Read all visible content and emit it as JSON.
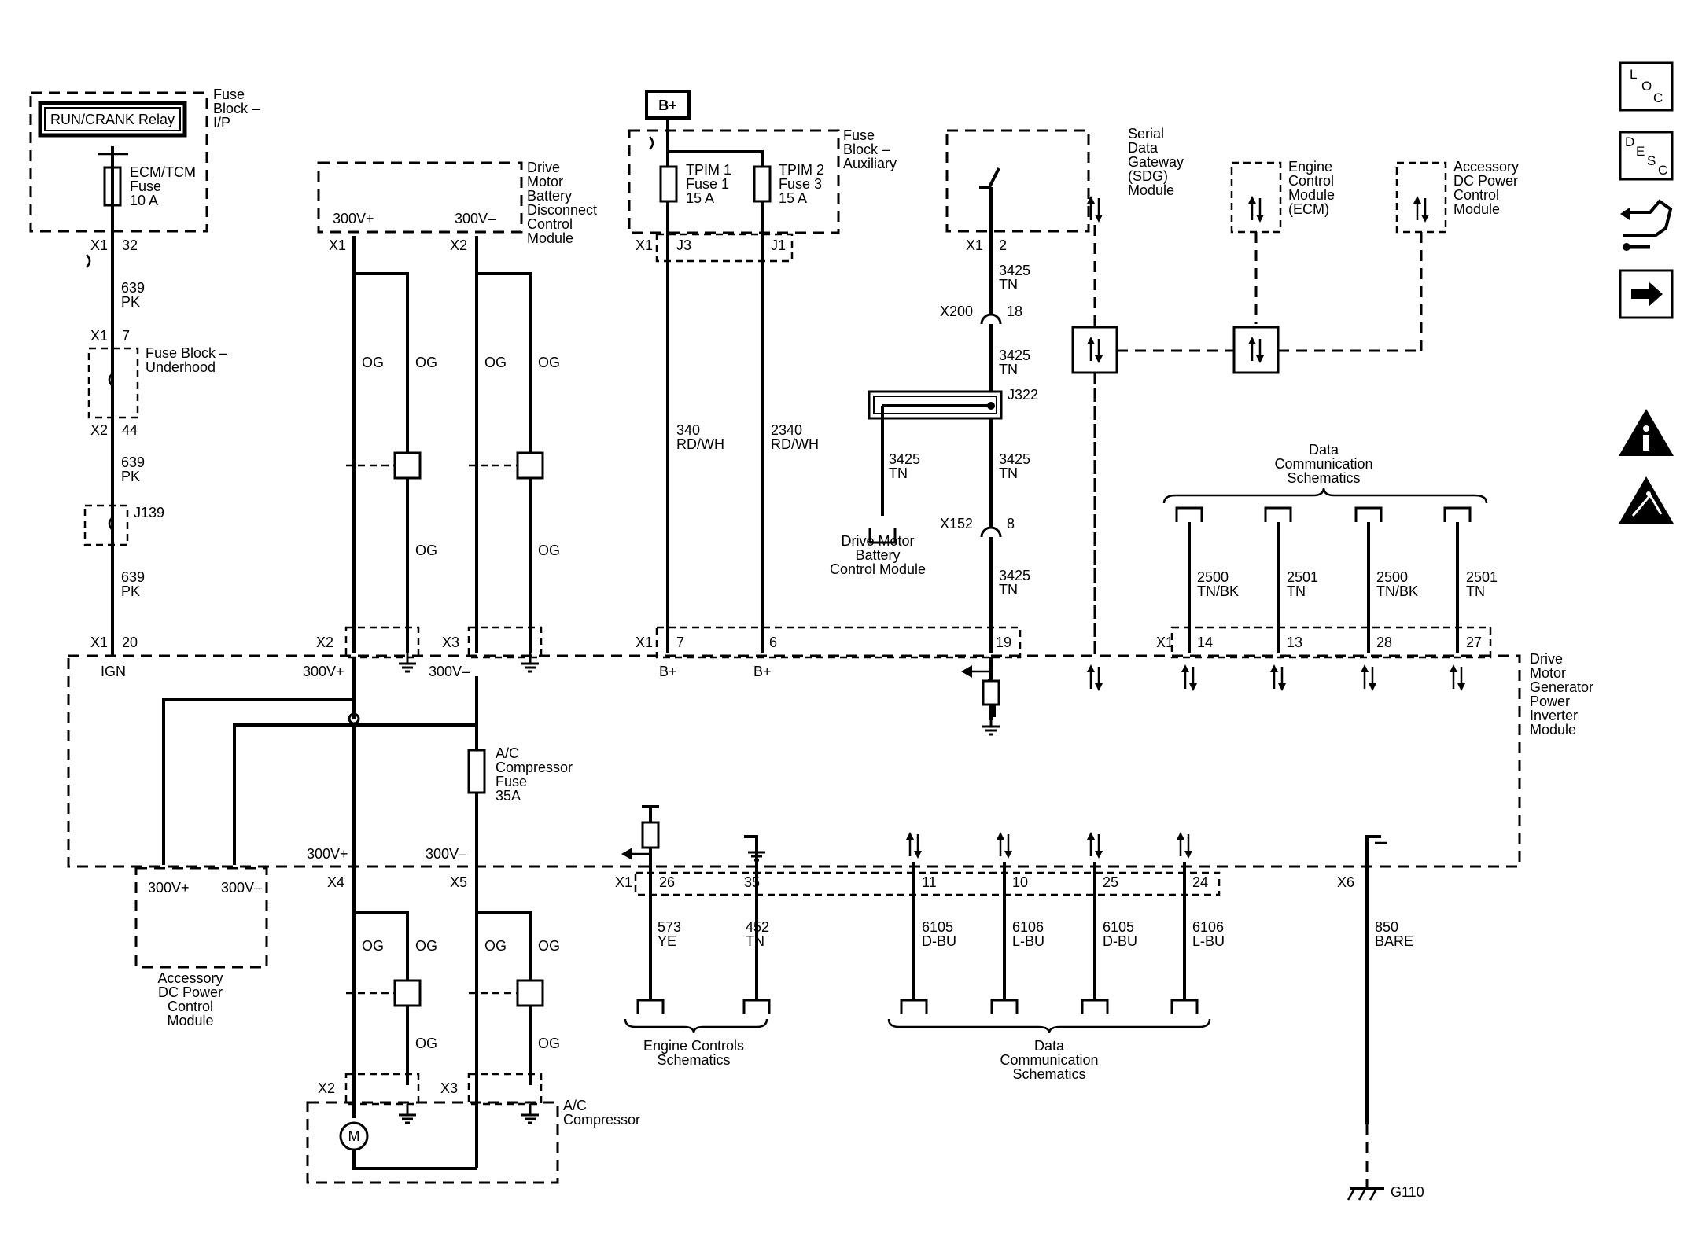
{
  "modules": {
    "fuse_block_ip": "Fuse\nBlock –\nI/P",
    "run_crank_relay": "RUN/CRANK Relay",
    "ecm_tcm_fuse": "ECM/TCM\nFuse\n10 A",
    "fuse_block_underhood": "Fuse Block –\nUnderhood",
    "j139": "J139",
    "battery_disconnect": "Drive\nMotor\nBattery\nDisconnect\nControl\nModule",
    "b_plus": "B+",
    "fuse_block_aux": "Fuse\nBlock –\nAuxiliary",
    "tpim1": "TPIM 1\nFuse 1\n15 A",
    "tpim2": "TPIM 2\nFuse 3\n15 A",
    "sdg": "Serial\nData\nGateway\n(SDG)\nModule",
    "ecm": "Engine\nControl\nModule\n(ECM)",
    "adc_top": "Accessory\nDC Power\nControl\nModule",
    "j322": "J322",
    "bcm": "Drive Motor\nBattery\nControl Module",
    "data_comm_top": "Data\nCommunication\nSchematics",
    "inverter": "Drive\nMotor\nGenerator\nPower\nInverter\nModule",
    "ac_fuse": "A/C\nCompressor\nFuse\n35A",
    "adc_bottom": "Accessory\nDC Power\nControl\nModule",
    "ac_compressor": "A/C\nCompressor",
    "motor": "M",
    "engine_controls": "Engine Controls\nSchematics",
    "data_comm_bottom": "Data\nCommunication\nSchematics",
    "g110": "G110"
  },
  "labels": {
    "X1": "X1",
    "X2": "X2",
    "X3": "X3",
    "X4": "X4",
    "X5": "X5",
    "X6": "X6",
    "X200": "X200",
    "X152": "X152",
    "J3": "J3",
    "J1": "J1",
    "p32": "32",
    "p7": "7",
    "p44": "44",
    "p20": "20",
    "p6": "6",
    "p2": "2",
    "p18": "18",
    "p8": "8",
    "p19": "19",
    "p14": "14",
    "p13": "13",
    "p28": "28",
    "p27": "27",
    "p26": "26",
    "p35": "35",
    "p11": "11",
    "p10": "10",
    "p25": "25",
    "p24": "24",
    "ign": "IGN",
    "bplus": "B+",
    "v300p": "300V+",
    "v300m": "300V–"
  },
  "wires": {
    "w639a": "639\nPK",
    "w639b": "639\nPK",
    "w639c": "639\nPK",
    "og": "OG",
    "w340": "340\nRD/WH",
    "w2340": "2340\nRD/WH",
    "w3425": "3425\nTN",
    "w2500": "2500\nTN/BK",
    "w2501": "2501\nTN",
    "w573": "573\nYE",
    "w452": "452\nTN",
    "w6105": "6105\nD-BU",
    "w6106": "6106\nL-BU",
    "w850": "850\nBARE"
  },
  "toolbar": {
    "loc": "LOC",
    "desc": "DESC",
    "connector_icon": "connector-end-view-icon",
    "next_icon": "next-arrow-icon",
    "info_icon": "info-warning-icon",
    "esd_icon": "esd-caution-icon"
  }
}
